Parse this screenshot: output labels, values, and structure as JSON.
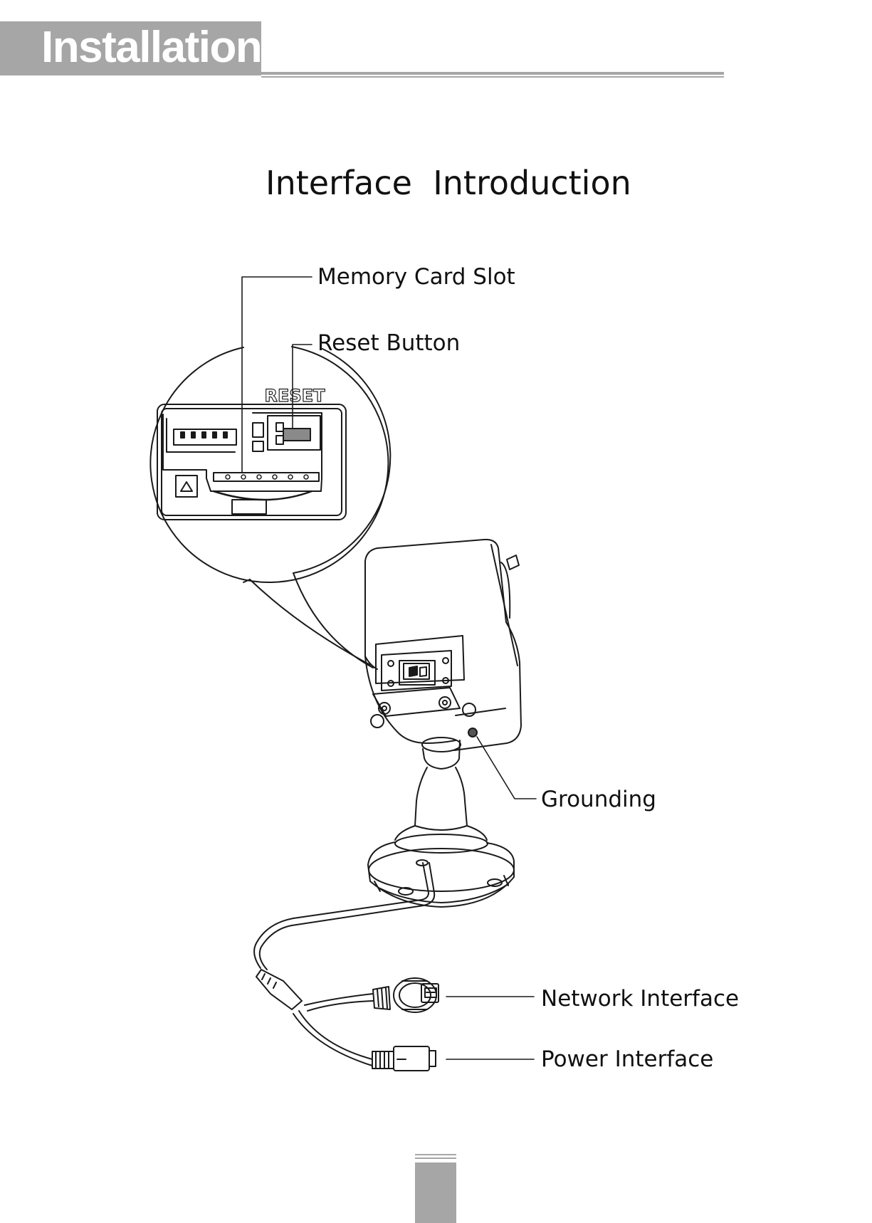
{
  "header": {
    "title": "Installation"
  },
  "page": {
    "title": "Interface  Introduction"
  },
  "callouts": {
    "memory_card_slot": "Memory Card Slot",
    "reset_button": "Reset Button",
    "grounding": "Grounding",
    "network_interface": "Network Interface",
    "power_interface": "Power Interface"
  },
  "zoom_detail": {
    "reset_marking": "RESET"
  }
}
